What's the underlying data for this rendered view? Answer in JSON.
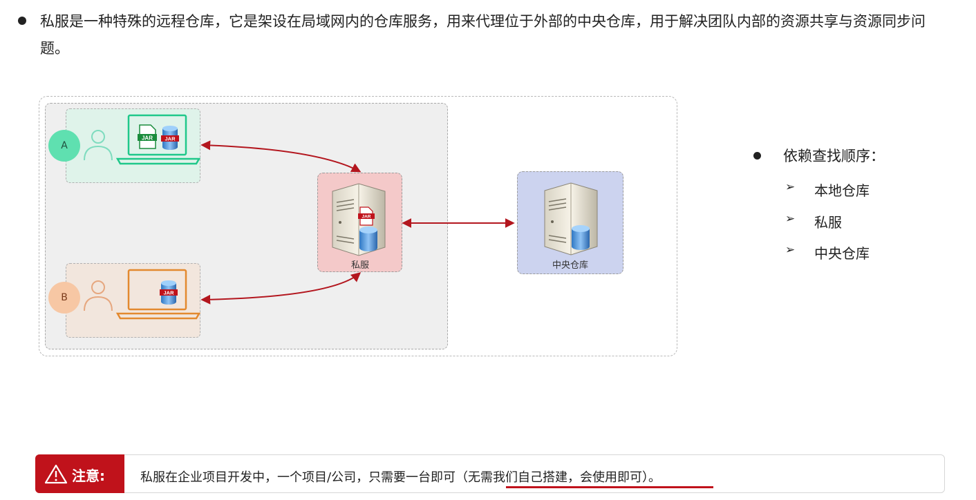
{
  "intro": {
    "text": "私服是一种特殊的远程仓库，它是架设在局域网内的仓库服务，用来代理位于外部的中央仓库，用于解决团队内部的资源共享与资源同步问题。"
  },
  "diagram": {
    "user_a_label": "A",
    "user_b_label": "B",
    "jar_label": "JAR",
    "private_server_label": "私服",
    "central_server_label": "中央仓库"
  },
  "lookup": {
    "title": "依赖查找顺序：",
    "items": [
      "本地仓库",
      "私服",
      "中央仓库"
    ]
  },
  "note": {
    "label": "注意:",
    "text": "私服在企业项目开发中，一个项目/公司，只需要一台即可（无需我们自己搭建，会使用即可）。"
  },
  "colors": {
    "accent_red": "#c0121b",
    "user_a_green": "#1fc88a",
    "user_b_orange": "#e3892f",
    "arrow_red": "#b3161e"
  },
  "icons": {
    "user": "user-outline-icon",
    "laptop": "laptop-icon",
    "server": "server-tower-icon",
    "database": "database-icon",
    "warning": "warning-triangle-icon"
  }
}
